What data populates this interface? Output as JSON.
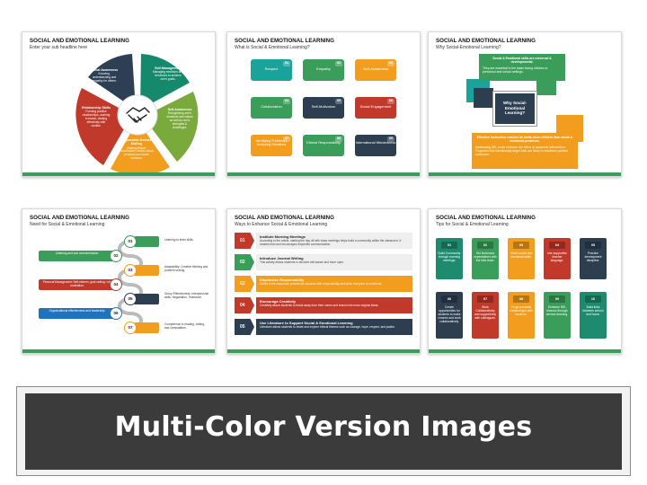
{
  "colors": {
    "green_dark": "#1e8b6e",
    "green": "#3a9e5a",
    "lime": "#7aa93c",
    "orange": "#f29d1d",
    "red": "#c0392b",
    "navy": "#2d3e50",
    "slate": "#3c4d5c",
    "blue": "#1e73be",
    "teal": "#1aa39a",
    "wheel_navy": "#2c3f55",
    "wheel_green": "#14896c"
  },
  "slides": [
    {
      "title": "SOCIAL AND EMOTIONAL LEARNING",
      "subtitle": "Enter your sub headline here",
      "segments": [
        {
          "label": "Social Awareness",
          "text": "Knowing, understanding and empathy for others."
        },
        {
          "label": "Self-Management",
          "text": "Managing emotions and behaviors to achieve one's goals."
        },
        {
          "label": "Self-Awareness",
          "text": "Recognizing one's emotions and values as well as one's strengths & challenges."
        },
        {
          "label": "Responsible Decision Making",
          "text": "Making ethical, constructive choices about personal and social behavior."
        },
        {
          "label": "Relationship Skills",
          "text": "Forming positive relationships, working in teams, dealing effectively with conflict."
        }
      ]
    },
    {
      "title": "SOCIAL AND EMOTIONAL LEARNING",
      "subtitle": "What is Social & Emotional Learning?",
      "cards": [
        {
          "num": "01",
          "label": "Respect"
        },
        {
          "num": "02",
          "label": "Empathy"
        },
        {
          "num": "03",
          "label": "Self-Awareness"
        },
        {
          "num": "04",
          "label": "Collaboration"
        },
        {
          "num": "05",
          "label": "Self-Motivation"
        },
        {
          "num": "06",
          "label": "Social Engagement"
        },
        {
          "num": "07",
          "label": "Identifying Problems / Analyzing Situations"
        },
        {
          "num": "08",
          "label": "Ethical Responsibility"
        },
        {
          "num": "09",
          "label": "International Mindedness"
        }
      ]
    },
    {
      "title": "SOCIAL AND EMOTIONAL LEARNING",
      "subtitle": "Why Social-Emotional Learning?",
      "box_top_title": "Social & Emotional skills are universal & developmental.",
      "box_top_b1": "They are essential to the tasks facing children in preschool and school settings.",
      "center": "Why Social-Emotional Learning?",
      "box_bottom_title": "Effective instruction reaches its limits when children face social & emotional problems.",
      "box_bottom_b1": "Addressing SEL could enhance the effect of academic intervention.",
      "box_bottom_b2": "Programs that intentionally target both are likely to maximize positive outcomes."
    },
    {
      "title": "SOCIAL AND EMOTIONAL LEARNING",
      "subtitle": "Need for Social & Emotional Learning",
      "items": [
        {
          "num": "01",
          "text": "Learning to learn skills."
        },
        {
          "num": "02",
          "text": "Listening and oral communication."
        },
        {
          "num": "03",
          "text": "Adaptability: Creative thinking and problem solving."
        },
        {
          "num": "04",
          "text": "Personal Management: Self-esteem, goal setting / self motivation."
        },
        {
          "num": "05",
          "text": "Group Effectiveness: Interpersonal skills, Negotiation, Teamwork."
        },
        {
          "num": "06",
          "text": "Organizational effectiveness and leadership."
        },
        {
          "num": "07",
          "text": "Competence in reading, writing, and computation."
        }
      ]
    },
    {
      "title": "SOCIAL AND EMOTIONAL LEARNING",
      "subtitle": "Ways to Enhance Social & Emotional Learning",
      "rows": [
        {
          "num": "01",
          "head": "Institute Morning Meetings",
          "text": "According to the article, starting the day off with class meetings helps build a community within the classroom. It creates trust and encourages respectful communication."
        },
        {
          "num": "02",
          "head": "Introduce Journal Writing",
          "text": "This activity allows students to become self-aware and more open."
        },
        {
          "num": "03",
          "head": "Emphasize Responsibility",
          "text": "Duties in the classroom provide the students with responsibility and allow everyone to contribute."
        },
        {
          "num": "04",
          "head": "Encourage Creativity",
          "text": "Creativity allows students to break away from their norms and branch into more original ideas."
        },
        {
          "num": "05",
          "head": "Use Literature to Support Social & Emotional Learning",
          "text": "Literature allows students to relate and explore ethical themes such as courage, hope, respect, and justice."
        }
      ]
    },
    {
      "title": "SOCIAL AND EMOTIONAL LEARNING",
      "subtitle": "Tips for Social & Emotional Learning",
      "tips": [
        {
          "num": "01",
          "text": "Build Community through morning meetings."
        },
        {
          "num": "02",
          "text": "Set Nurturous expectations with the kids team."
        },
        {
          "num": "03",
          "text": "Teach social and emotional skills."
        },
        {
          "num": "04",
          "text": "Use supportive teacher language."
        },
        {
          "num": "05",
          "text": "Practice development discipline."
        },
        {
          "num": "06",
          "text": "Create opportunities for students to make choices and work collaboratively."
        },
        {
          "num": "07",
          "text": "Work Collaboratively and supportively with colleagues."
        },
        {
          "num": "08",
          "text": "Forge personal relationships with students."
        },
        {
          "num": "09",
          "text": "Enhance SEL lessons through service-learning."
        },
        {
          "num": "10",
          "text": "Build links between school and home."
        }
      ]
    }
  ],
  "banner": "Multi-Color Version Images"
}
